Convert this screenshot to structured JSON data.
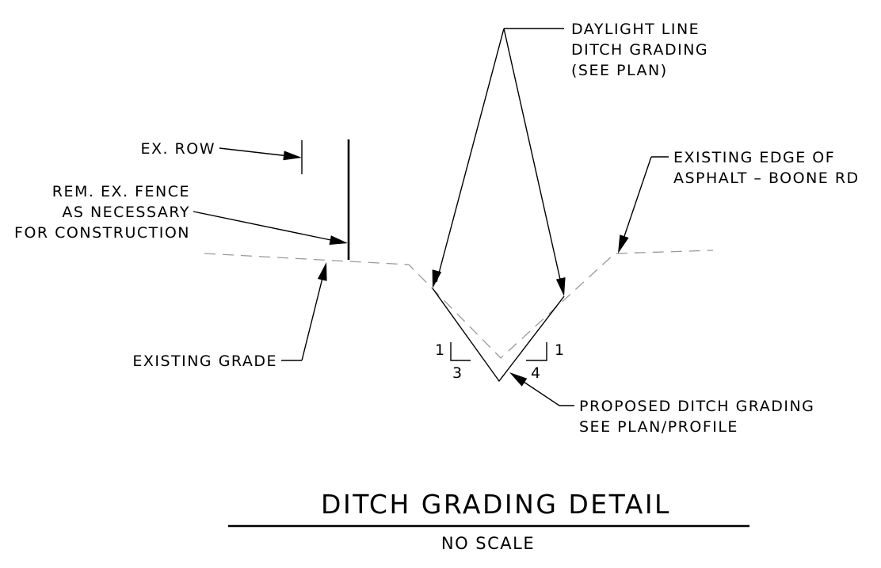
{
  "labels": {
    "daylight_line_1": "DAYLIGHT LINE",
    "daylight_line_2": "DITCH GRADING",
    "daylight_line_3": "(SEE PLAN)",
    "ex_row": "EX. ROW",
    "rem_fence_1": "REM. EX. FENCE",
    "rem_fence_2": "AS NECESSARY",
    "rem_fence_3": "FOR CONSTRUCTION",
    "edge_asphalt_1": "EXISTING EDGE OF",
    "edge_asphalt_2": "ASPHALT – BOONE RD",
    "existing_grade": "EXISTING GRADE",
    "proposed_ditch_1": "PROPOSED DITCH GRADING",
    "proposed_ditch_2": "SEE PLAN/PROFILE"
  },
  "slopes": {
    "left_rise": "1",
    "left_run": "3",
    "right_rise": "1",
    "right_run": "4"
  },
  "title": {
    "main": "DITCH GRADING DETAIL",
    "scale": "NO SCALE"
  },
  "colors": {
    "line": "#000000",
    "existing_grade": "#999999",
    "background": "#ffffff"
  }
}
